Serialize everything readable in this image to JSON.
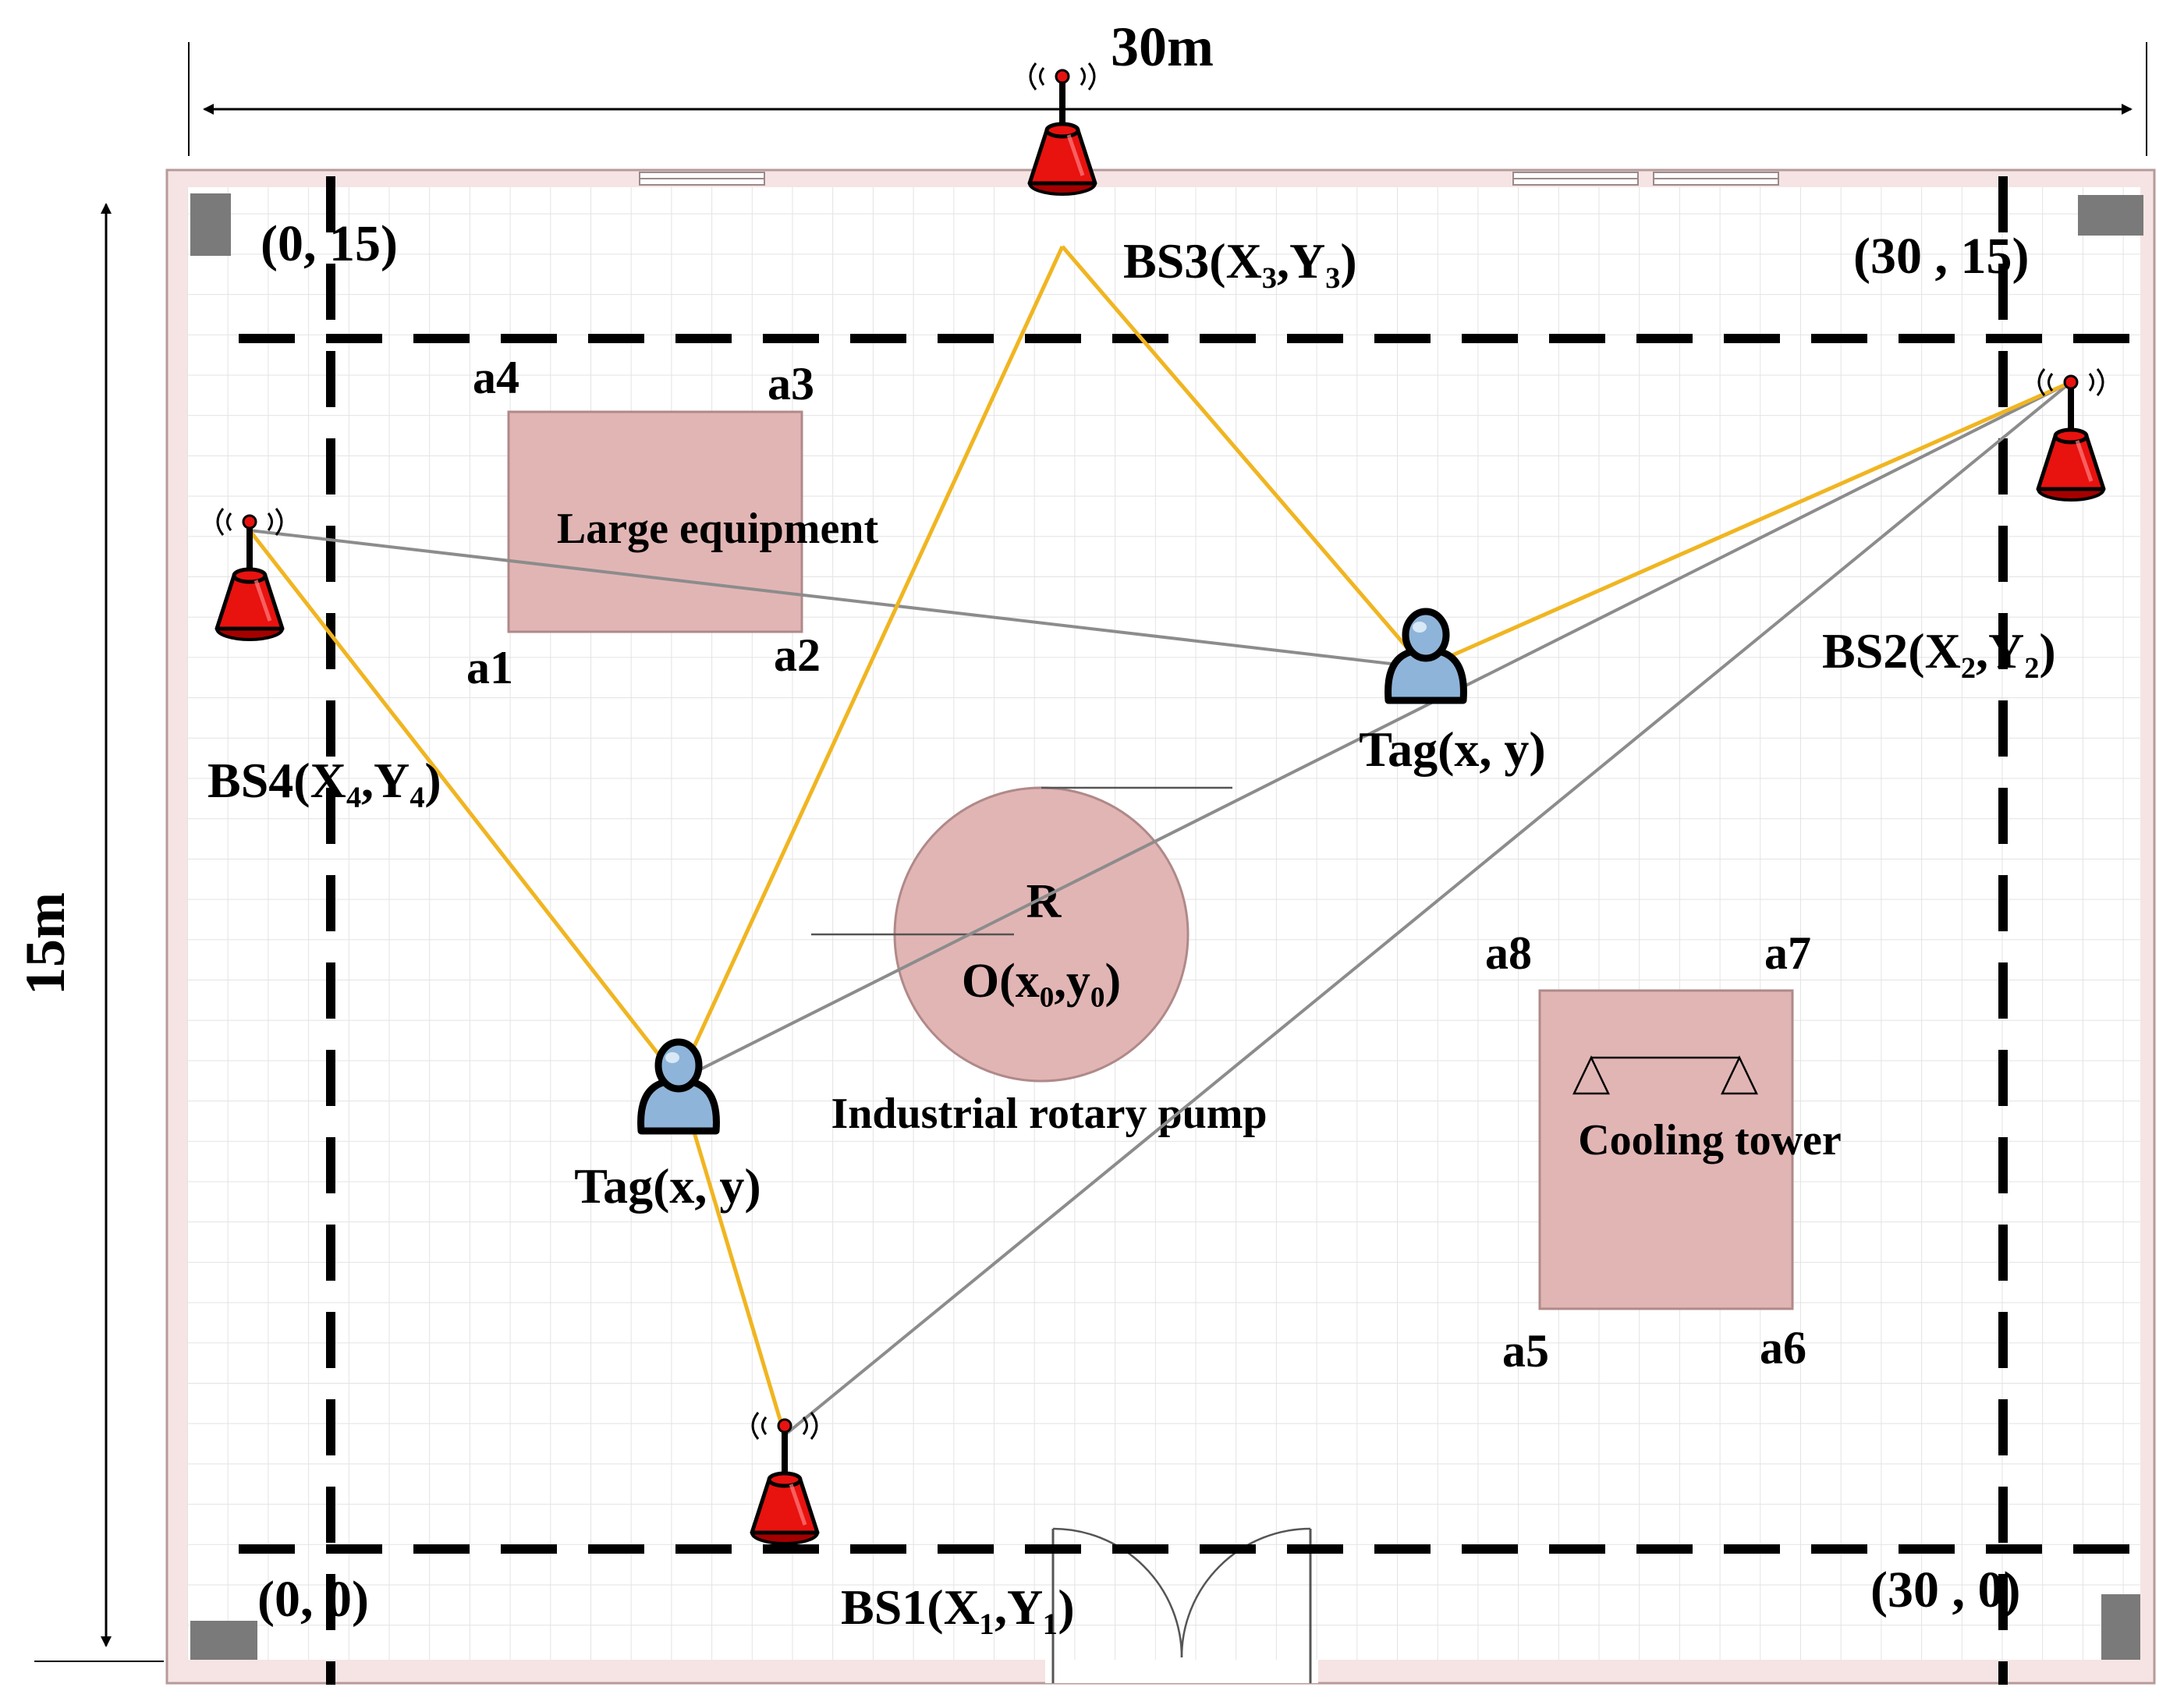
{
  "dimensions": {
    "width_label": "30m",
    "height_label": "15m"
  },
  "corners": {
    "top_left": "(0, 15)",
    "top_right": "(30 , 15)",
    "bottom_left": "(0, 0)",
    "bottom_right": "(30 , 0)"
  },
  "base_stations": {
    "bs1": "BS1(X₁,Y₁)",
    "bs2": "BS2(X₂,Y₂)",
    "bs3": "BS3(X₃,Y₃)",
    "bs4": "BS4(X₄,Y₄)"
  },
  "tags": {
    "tag_right": "Tag(x, y)",
    "tag_left": "Tag(x, y)"
  },
  "obstacles": {
    "large_equipment": {
      "label": "Large equipment",
      "corners": [
        "a1",
        "a2",
        "a3",
        "a4"
      ]
    },
    "pump": {
      "label": "Industrial rotary pump",
      "radius_label": "R",
      "center_label": "O(x₀,y₀)"
    },
    "cooling_tower": {
      "label": "Cooling tower",
      "corners": [
        "a5",
        "a6",
        "a7",
        "a8"
      ]
    }
  },
  "colors": {
    "wall": "#f6e4e4",
    "obstacle": "#e2b5b5",
    "base_station": "#e8120f",
    "los_line": "#f0b521",
    "nlos_line": "#8c8c8c",
    "tag": "#8fb4d9",
    "grid": "#e3e3e3"
  },
  "icons": {
    "base_station": "antenna-tower-icon",
    "tag": "person-icon"
  }
}
